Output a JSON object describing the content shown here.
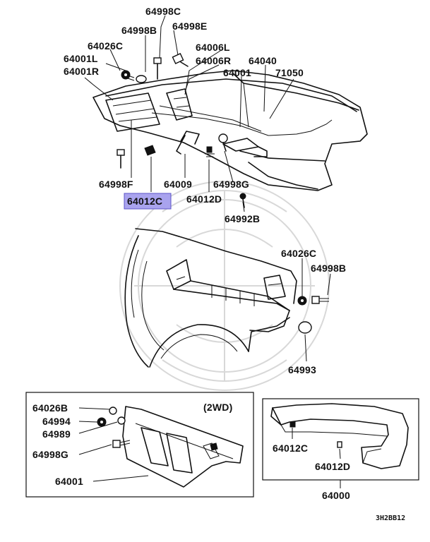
{
  "labels": {
    "p64998C": "64998C",
    "p64998B_top": "64998B",
    "p64998E": "64998E",
    "p64026C_top": "64026C",
    "p64006L": "64006L",
    "p64001L": "64001L",
    "p64006R": "64006R",
    "p64040": "64040",
    "p64001R": "64001R",
    "p64001_top": "64001",
    "p71050": "71050",
    "p64998F": "64998F",
    "p64009": "64009",
    "p64998G_top": "64998G",
    "p64012C_top": "64012C",
    "p64012D_top": "64012D",
    "p64992B": "64992B",
    "p64026C_mid": "64026C",
    "p64998B_mid": "64998B",
    "p64993": "64993",
    "p64026B": "64026B",
    "p64994": "64994",
    "p64989": "64989",
    "p64998G_box": "64998G",
    "p64001_box": "64001",
    "note_2wd": "(2WD)",
    "p64012C_box": "64012C",
    "p64012D_box": "64012D",
    "p64000": "64000",
    "diagram_code": "3H2BB12"
  },
  "highlight": {
    "color": "#a9a3ee",
    "part": "64012C"
  }
}
